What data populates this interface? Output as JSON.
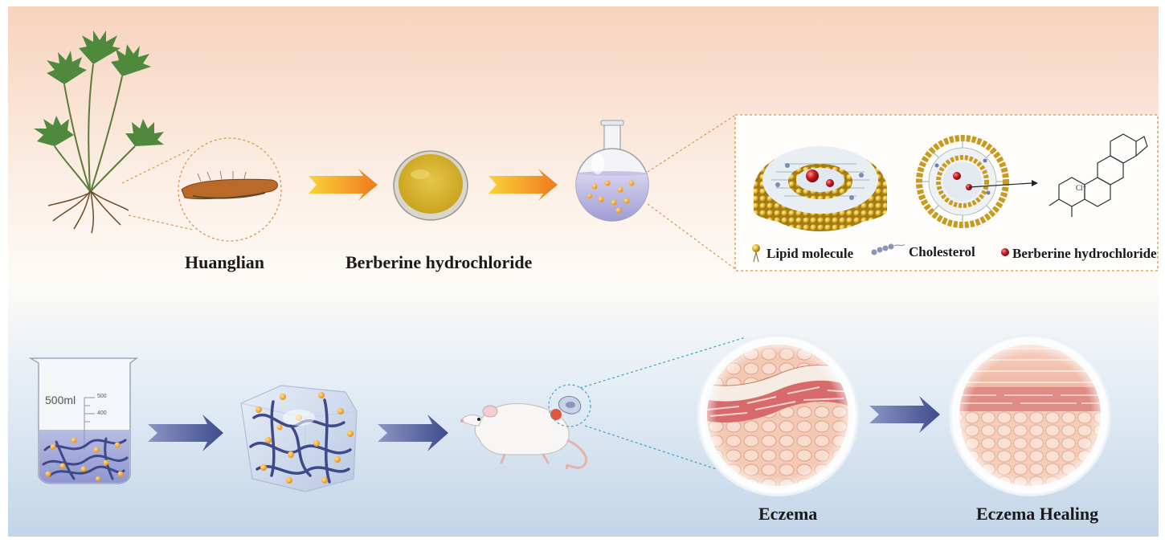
{
  "labels": {
    "huanglian": "Huanglian",
    "berberine": "Berberine hydrochloride",
    "eczema": "Eczema",
    "eczema_healing": "Eczema Healing"
  },
  "legend": {
    "lipid": "Lipid molecule",
    "cholesterol": "Cholesterol",
    "berberine": "Berberine hydrochloride"
  },
  "beaker": {
    "volume": "500ml",
    "tick_top": "500",
    "tick_mid": "400"
  },
  "chem": {
    "counter_ion": "Cl⁻"
  },
  "colors": {
    "arrow_orange": "#f08a1e",
    "arrow_navy": "#4a5896",
    "lipid_gold": "#c99a1c",
    "berberine_red": "#b8161b",
    "gel_fiber": "#3d4a8a"
  }
}
